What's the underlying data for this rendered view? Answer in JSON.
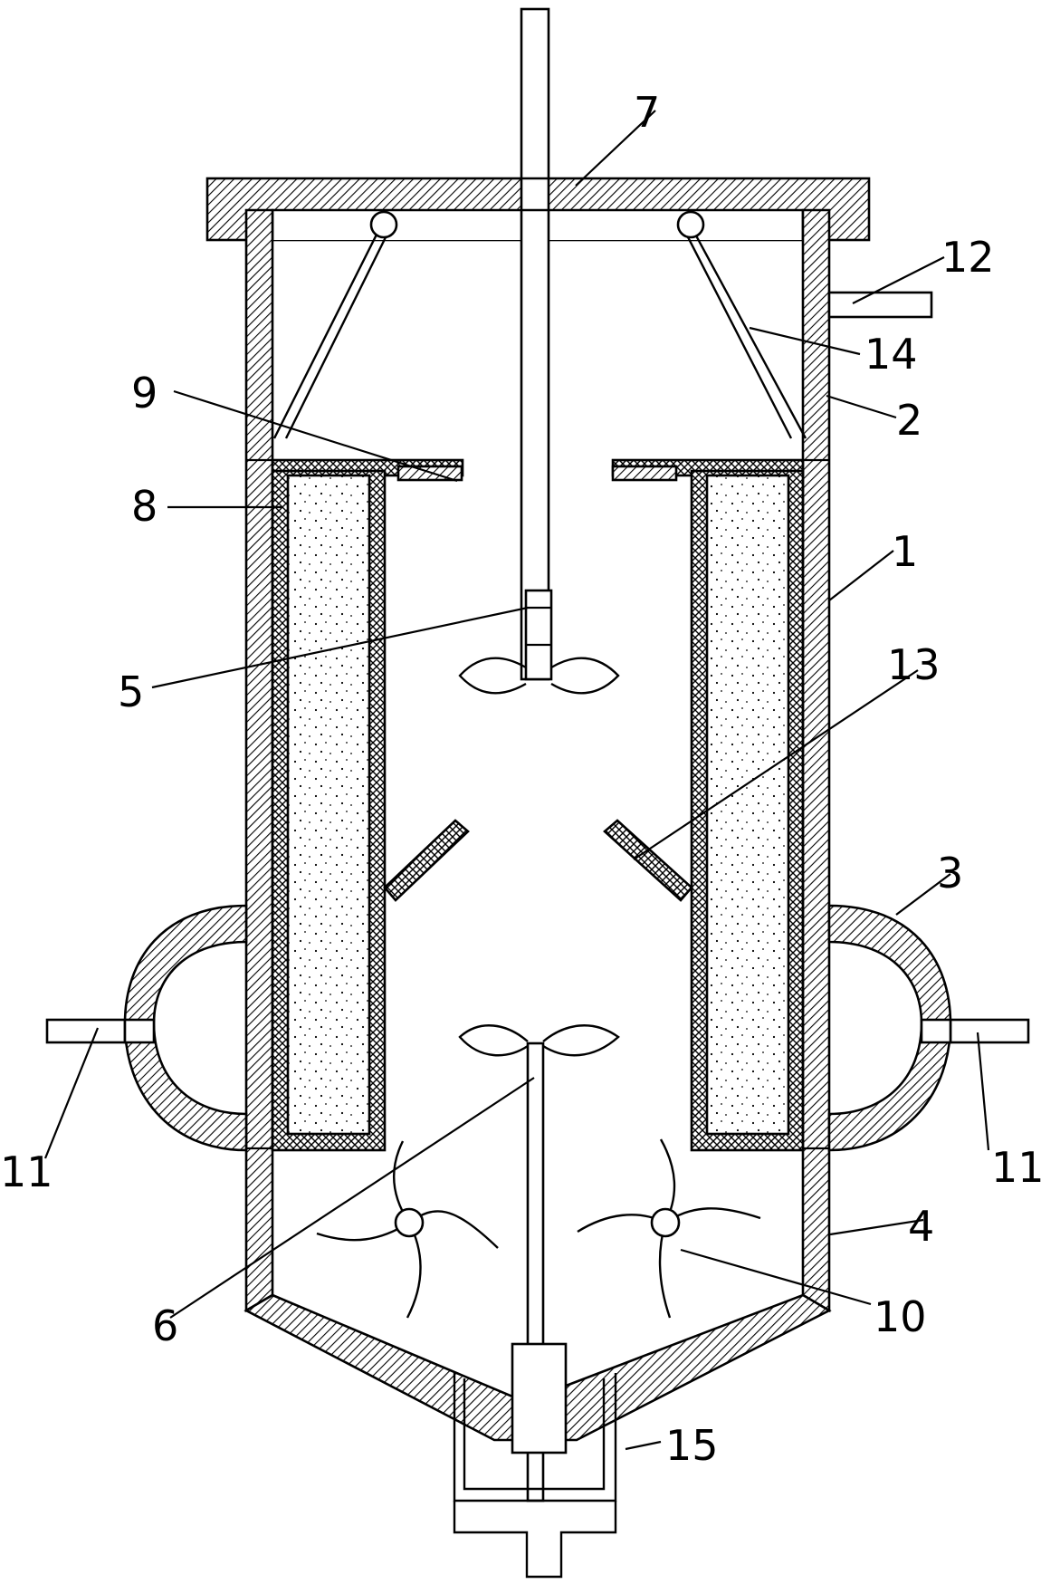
{
  "diagram": {
    "labels": {
      "l1": "1",
      "l2": "2",
      "l3": "3",
      "l4": "4",
      "l5": "5",
      "l6": "6",
      "l7": "7",
      "l8": "8",
      "l9": "9",
      "l10": "10",
      "l11a": "11",
      "l11b": "11",
      "l12": "12",
      "l13": "13",
      "l14": "14",
      "l15": "15"
    }
  }
}
